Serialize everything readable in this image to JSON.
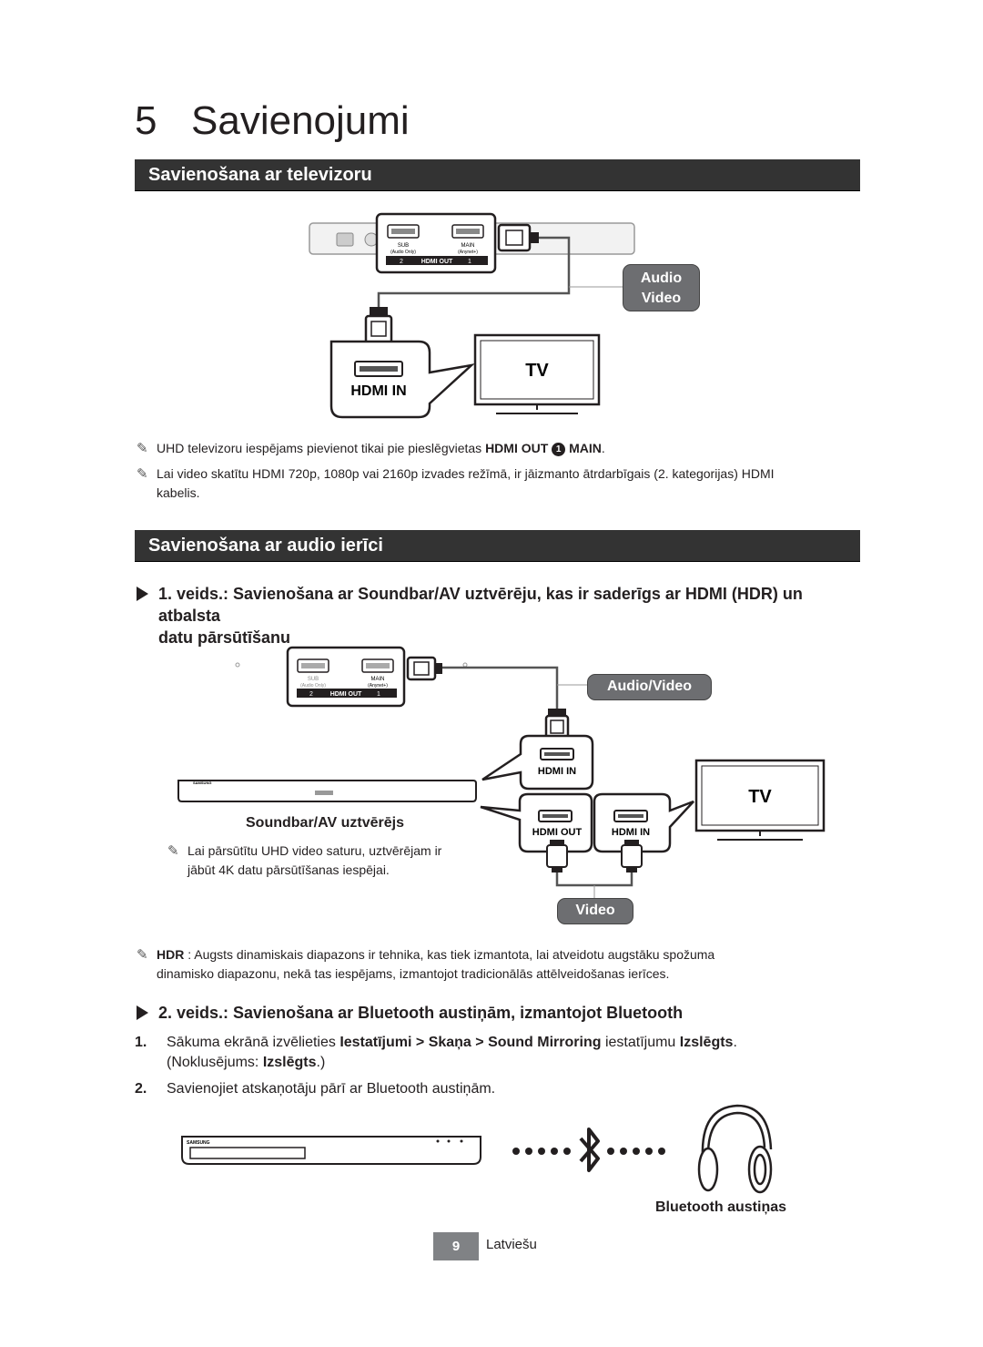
{
  "chapter": {
    "number": "5",
    "title": "Savienojumi"
  },
  "section1": {
    "title": "Savienošana ar televizoru",
    "diagram": {
      "port_sub": "SUB",
      "port_sub_sub": "(Audio Only)",
      "port_main": "MAIN",
      "port_main_sub": "(Anynet+)",
      "hdmi_out": "HDMI OUT",
      "num_2": "2",
      "num_1": "1",
      "audio_video_line1": "Audio",
      "audio_video_line2": "Video",
      "hdmi_in": "HDMI IN",
      "tv": "TV"
    },
    "note1": {
      "text": "UHD televizoru iespējams pievienot tikai pie pieslēgvietas ",
      "port": "HDMI OUT",
      "num": "1",
      "main": "MAIN",
      "end": "."
    },
    "note2": {
      "line1": "Lai video skatītu HDMI 720p, 1080p vai 2160p izvades režīmā, ir jāizmanto ātrdarbīgais (2. kategorijas) HDMI",
      "line2": "kabelis."
    }
  },
  "section2": {
    "title": "Savienošana ar audio ierīci",
    "type1": {
      "line1": "1. veids.: Savienošana ar Soundbar/AV uztvērēju, kas ir saderīgs ar HDMI (HDR) un atbalsta",
      "line2": "datu pārsūtīšanu"
    },
    "diagram": {
      "audio_video": "Audio/Video",
      "hdmi_in": "HDMI IN",
      "hdmi_out": "HDMI OUT",
      "hdmi_in2": "HDMI IN",
      "soundbar_label": "Soundbar/AV uztvērējs",
      "soundbar_note_line1": "Lai pārsūtītu UHD video saturu, uztvērējam ir",
      "soundbar_note_line2": "jābūt 4K datu pārsūtīšanas iespējai.",
      "video": "Video",
      "tv": "TV",
      "brand": "SAMSUNG"
    },
    "hdr_note": {
      "term": "HDR",
      "line1": " : Augsts dinamiskais diapazons ir tehnika, kas tiek izmantota, lai atveidotu augstāku spožuma",
      "line2": "dinamisko diapazonu, nekā tas iespējams, izmantojot tradicionālās attēlveidošanas ierīces."
    },
    "type2": {
      "text": "2. veids.: Savienošana ar Bluetooth austiņām, izmantojot Bluetooth"
    },
    "steps": [
      {
        "n": "1.",
        "a": "Sākuma ekrānā izvēlieties ",
        "b": "Iestatījumi",
        "c": " > ",
        "d": "Skaņa",
        "e": " > ",
        "f": "Sound Mirroring",
        "g": " iestatījumu ",
        "h": "Izslēgts",
        "i": ".",
        "line2a": "(Noklusējums: ",
        "line2b": "Izslēgts",
        "line2c": ".)"
      },
      {
        "n": "2.",
        "text": "Savienojiet atskaņotāju pārī ar Bluetooth austiņām."
      }
    ],
    "bt_label": "Bluetooth austiņas"
  },
  "footer": {
    "page": "9",
    "language": "Latviešu"
  }
}
